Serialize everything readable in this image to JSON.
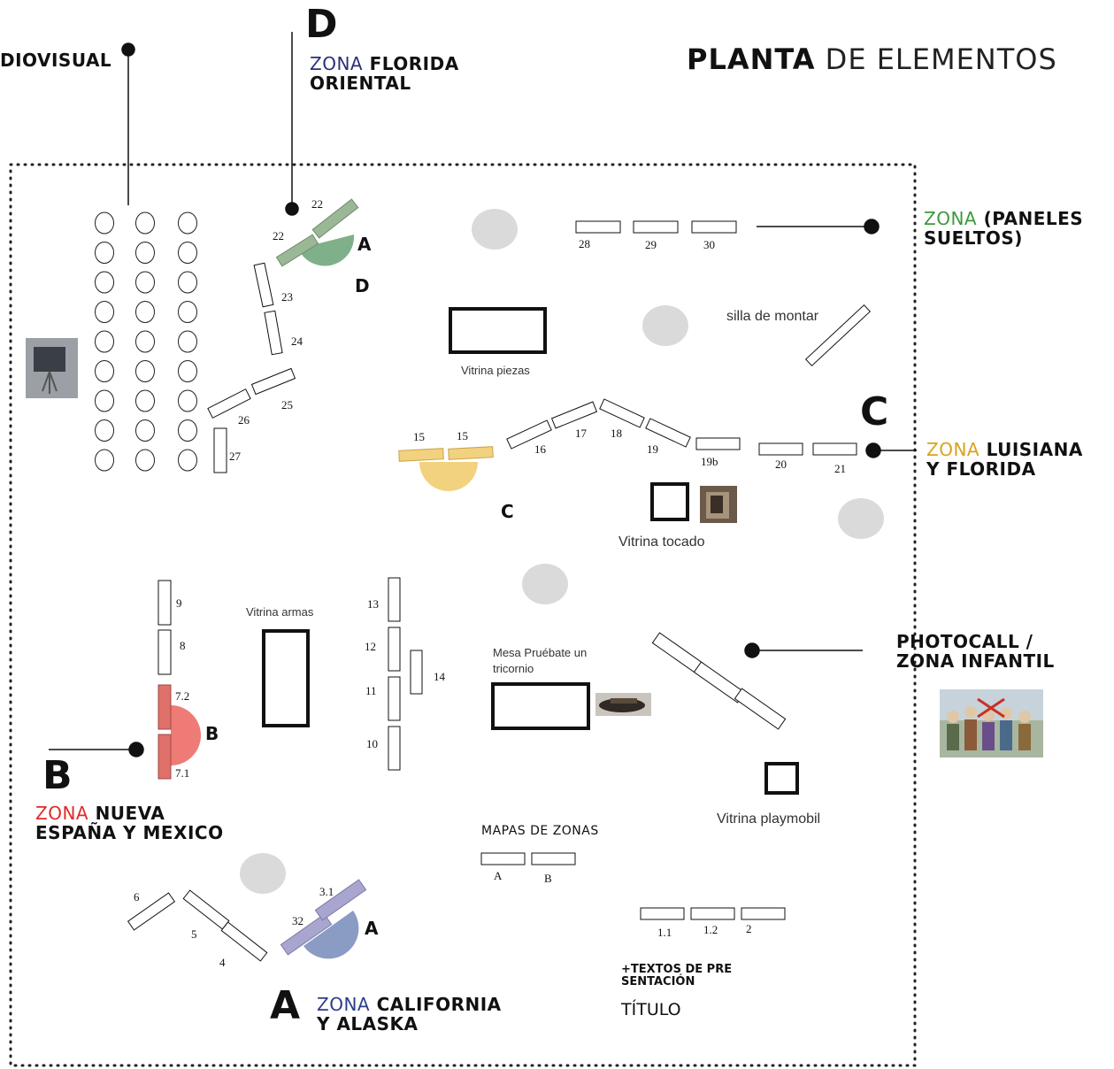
{
  "title": {
    "bold": "PLANTA",
    "light": "DE ELEMENTOS"
  },
  "zones": {
    "audiovisual": "DIOVISUAL",
    "d": {
      "letter": "D",
      "kw": "ZONA",
      "line1": "FLORIDA",
      "line2": "ORIENTAL"
    },
    "paneles": {
      "kw": "ZONA",
      "line1": "(PANELES",
      "line2": "SUELTOS)"
    },
    "c": {
      "letter": "C",
      "kw": "ZONA",
      "line1": "LUISIANA",
      "line2": "Y FLORIDA"
    },
    "photocall": {
      "line1": "PHOTOCALL /",
      "line2": "ZONA INFANTIL"
    },
    "b": {
      "letter": "B",
      "kw": "ZONA",
      "line1": "NUEVA",
      "line2": "ESPAÑA Y MEXICO"
    },
    "a": {
      "letter": "A",
      "kw": "ZONA",
      "line1": "CALIFORNIA",
      "line2": "Y ALASKA"
    }
  },
  "labels": {
    "vitrina_piezas": "Vitrina piezas",
    "silla": "silla de montar",
    "vitrina_tocado": "Vitrina tocado",
    "vitrina_armas": "Vitrina armas",
    "mesa_line1": "Mesa Pruébate un",
    "mesa_line2": "tricornio",
    "vitrina_playmobil": "Vitrina playmobil",
    "mapas": "MAPAS DE ZONAS",
    "textos_line1": "+TEXTOS DE PRE",
    "textos_line2": "SENTACIÓN",
    "titulo": "TÍTULO"
  },
  "small_letters": {
    "a_top": "A",
    "d_top": "D",
    "c_mid": "C",
    "b_mid": "B",
    "a_bottom": "A"
  },
  "panel_numbers": {
    "p22a": "22",
    "p22b": "22",
    "p23": "23",
    "p24": "24",
    "p25": "25",
    "p26": "26",
    "p27": "27",
    "p28": "28",
    "p29": "29",
    "p30": "30",
    "p15a": "15",
    "p15b": "15",
    "p16": "16",
    "p17": "17",
    "p18": "18",
    "p19": "19",
    "p19b": "19b",
    "p20": "20",
    "p21": "21",
    "p9": "9",
    "p8": "8",
    "p72": "7.2",
    "p71": "7.1",
    "p13": "13",
    "p12": "12",
    "p11": "11",
    "p10": "10",
    "p14": "14",
    "p6": "6",
    "p5": "5",
    "p4": "4",
    "p31": "3.1",
    "p32": "32",
    "mapA": "A",
    "mapB": "B",
    "p11t": "1.1",
    "p12t": "1.2",
    "p2": "2"
  },
  "colors": {
    "zona_d": "#2b2f7a",
    "zona_paneles": "#3a9a3a",
    "zona_c": "#d9a21c",
    "zona_b": "#e02a2a",
    "zona_a": "#2b3f8a",
    "green_fill": "#7fb08a",
    "green_panel": "#9ab896",
    "yellow_fill": "#f2d27e",
    "red_fill": "#ee7b75",
    "red_panel": "#e0706a",
    "blue_fill": "#8a9bc4",
    "blue_panel": "#a8a6cf",
    "grey_spot": "#dadada"
  }
}
